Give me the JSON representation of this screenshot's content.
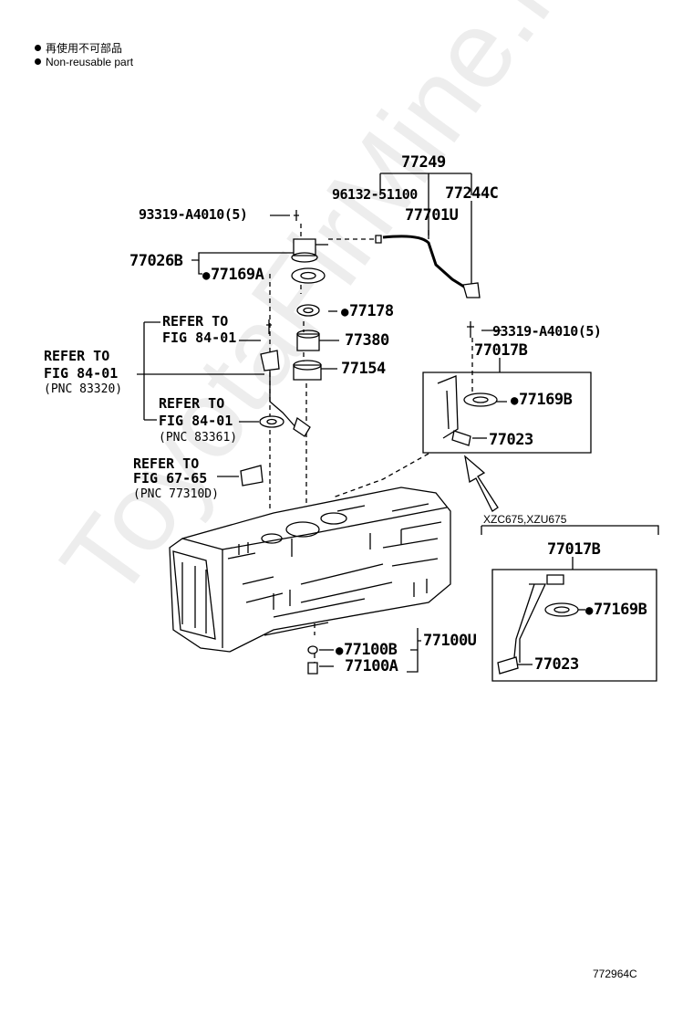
{
  "legend": {
    "line_jp": "再使用不可部品",
    "line_en": "Non-reusable part"
  },
  "labels": {
    "p77249": "77249",
    "p96132": "96132-51100",
    "p77244C": "77244C",
    "p77701U": "77701U",
    "p93319_top": "93319-A4010(5)",
    "p77026B": "77026B",
    "p77169A": "77169A",
    "p77178": "77178",
    "p77380": "77380",
    "p77154": "77154",
    "p93319_right": "93319-A4010(5)",
    "p77017B_a": "77017B",
    "p77169B_a": "77169B",
    "p77023_a": "77023",
    "p77017B_b": "77017B",
    "p77169B_b": "77169B",
    "p77023_b": "77023",
    "p77100U": "77100U",
    "p77100B": "77100B",
    "p77100A": "77100A",
    "variant": "XZC675,XZU675"
  },
  "refs": {
    "r1_line1": "REFER TO",
    "r1_line2": "FIG 84-01",
    "r2_line1": "REFER TO",
    "r2_line2": "FIG 84-01",
    "r2_pnc": "(PNC 83320)",
    "r3_line1": "REFER TO",
    "r3_line2": "FIG 84-01",
    "r3_pnc": "(PNC 83361)",
    "r4_line1": "REFER TO",
    "r4_line2": "FIG 67-65",
    "r4_pnc": "(PNC 77310D)"
  },
  "figure_id": "772964C",
  "watermark": "ToyotaFirMine.ru"
}
